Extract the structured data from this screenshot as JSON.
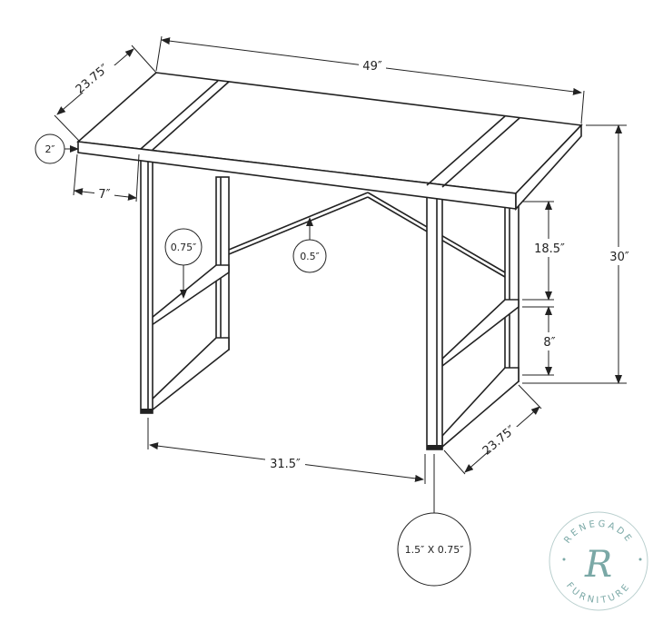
{
  "dimensions": {
    "depth_top": "23.75″",
    "width": "49″",
    "top_thickness": "2″",
    "overhang": "7″",
    "leg_tube": "0.75″",
    "stretcher": "0.5″",
    "upper_height": "18.5″",
    "lower_height": "8″",
    "total_height": "30″",
    "leg_spacing": "31.5″",
    "depth_base": "23.75″",
    "leg_profile": "1.5″ X 0.75″"
  },
  "logo": {
    "brand": "RENEGADE",
    "sub": "FURNITURE",
    "initial": "R",
    "color": "#7aa8a6"
  }
}
